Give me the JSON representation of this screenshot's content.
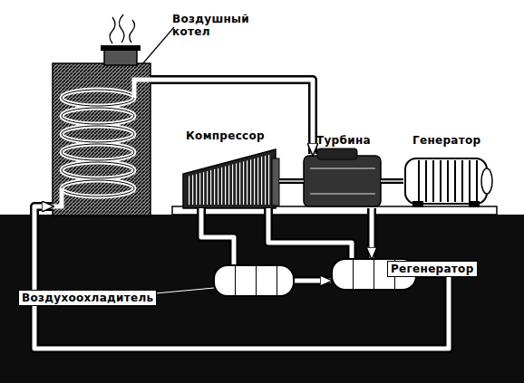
{
  "diagram": {
    "nodes": [
      {
        "text": [
          "Воздушный котел"
        ]
      },
      {
        "text": [
          "Компрессор"
        ]
      },
      {
        "text": [
          "Турбина"
        ]
      },
      {
        "text": [
          "Генератор"
        ]
      },
      {
        "text": [
          "Регенератор"
        ]
      },
      {
        "text": [
          "Воздухоохладитель"
        ]
      }
    ],
    "edges": [
      {
        "from": 0,
        "to": 2,
        "arrow": "to"
      },
      {
        "from": 2,
        "to": 4,
        "arrow": "to"
      },
      {
        "from": 5,
        "to": 4,
        "arrow": "to"
      },
      {
        "from": 4,
        "to": 0,
        "arrow": "to"
      },
      {
        "from": 1,
        "to": 5,
        "arrow": "none"
      },
      {
        "from": 1,
        "to": 4,
        "arrow": "none"
      },
      {
        "from": 1,
        "to": 2,
        "arrow": "none"
      },
      {
        "from": 2,
        "to": 3,
        "arrow": "none"
      }
    ]
  }
}
